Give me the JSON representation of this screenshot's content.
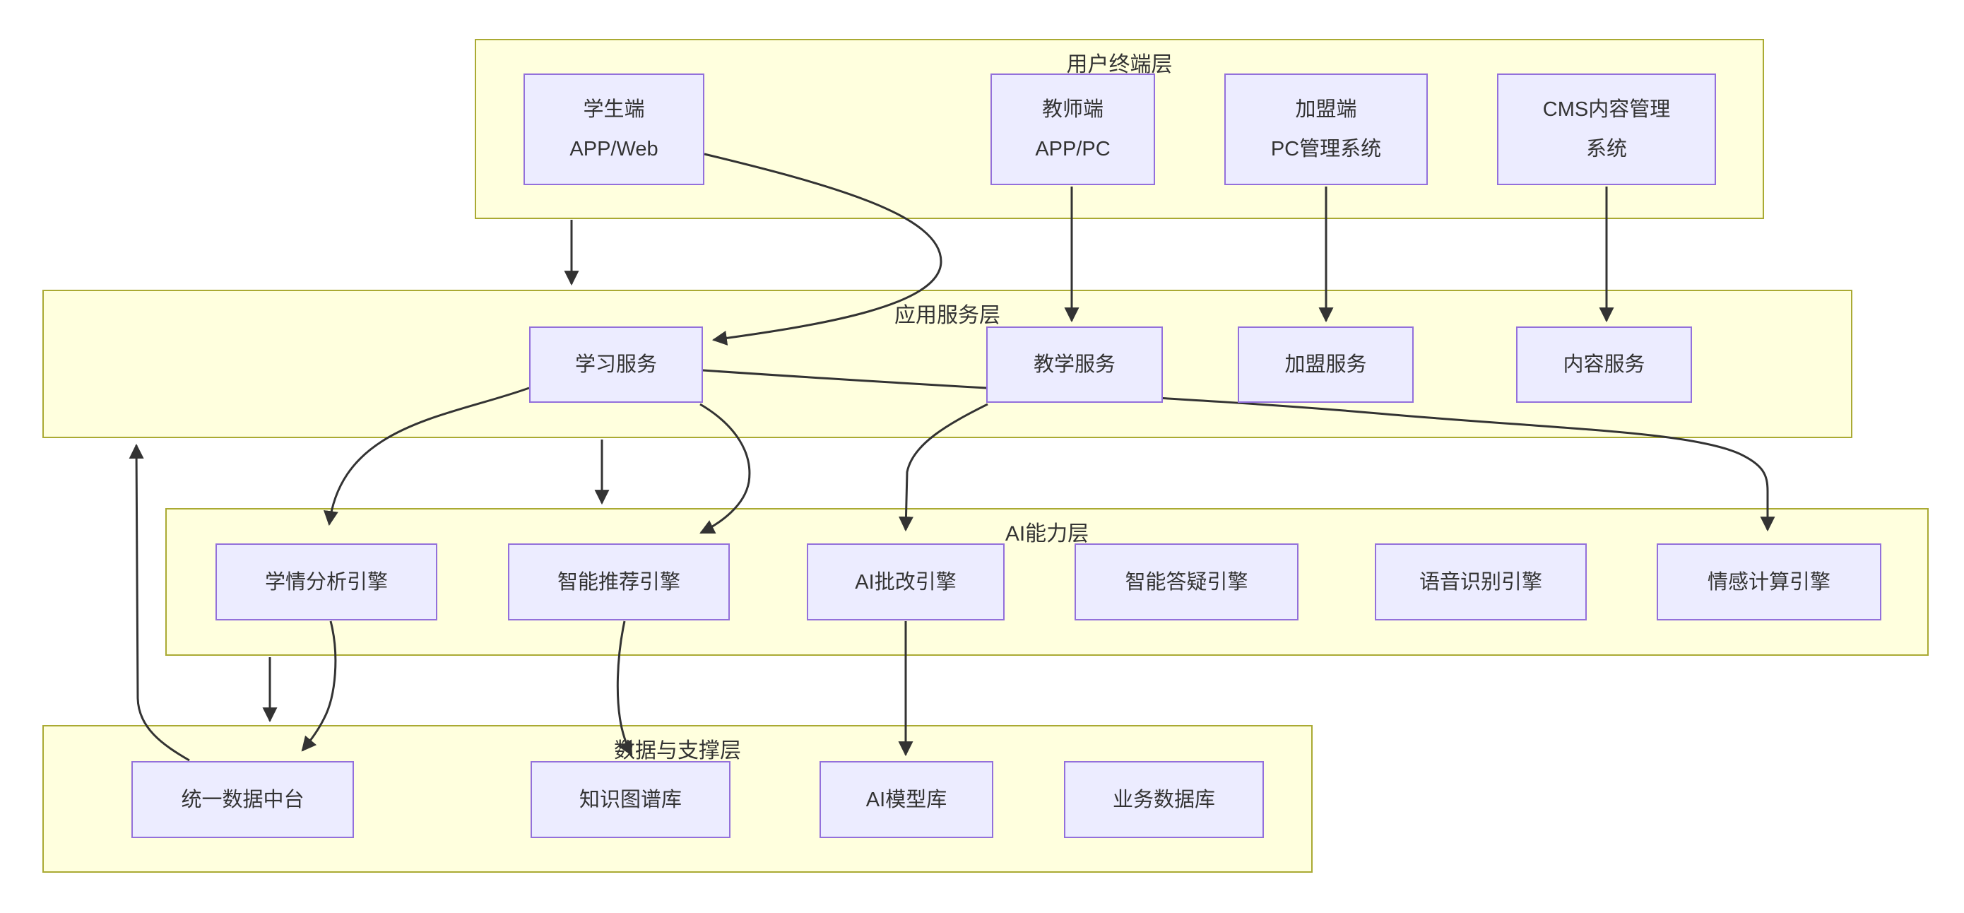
{
  "colors": {
    "layer_fill": "#FFFFDE",
    "layer_border": "#AAAA33",
    "node_fill": "#ECECFF",
    "node_border": "#9370DB",
    "edge_color": "#333333",
    "text_color": "#333333"
  },
  "layers": [
    {
      "title": "用户终端层"
    },
    {
      "title": "应用服务层"
    },
    {
      "title": "AI能力层"
    },
    {
      "title": "数据与支撑层"
    }
  ],
  "nodes": {
    "student": {
      "line1": "学生端",
      "line2": "APP/Web"
    },
    "teacher": {
      "line1": "教师端",
      "line2": "APP/PC"
    },
    "franchise": {
      "line1": "加盟端",
      "line2": "PC管理系统"
    },
    "cms": {
      "line1": "CMS内容管理",
      "line2": "系统"
    },
    "learning": {
      "label": "学习服务"
    },
    "teaching": {
      "label": "教学服务"
    },
    "franchise_svc": {
      "label": "加盟服务"
    },
    "content": {
      "label": "内容服务"
    },
    "analysis": {
      "label": "学情分析引擎"
    },
    "recommend": {
      "label": "智能推荐引擎"
    },
    "grading": {
      "label": "AI批改引擎"
    },
    "qa": {
      "label": "智能答疑引擎"
    },
    "speech": {
      "label": "语音识别引擎"
    },
    "emotion": {
      "label": "情感计算引擎"
    },
    "dataplatform": {
      "label": "统一数据中台"
    },
    "knowledge": {
      "label": "知识图谱库"
    },
    "aimodel": {
      "label": "AI模型库"
    },
    "bizdb": {
      "label": "业务数据库"
    }
  },
  "edges": [
    {
      "from": "用户终端层",
      "to": "应用服务层"
    },
    {
      "from": "学生端 APP/Web",
      "to": "学习服务"
    },
    {
      "from": "教师端 APP/PC",
      "to": "教学服务"
    },
    {
      "from": "加盟端 PC管理系统",
      "to": "加盟服务"
    },
    {
      "from": "CMS内容管理系统",
      "to": "内容服务"
    },
    {
      "from": "应用服务层",
      "to": "AI能力层"
    },
    {
      "from": "学习服务",
      "to": "学情分析引擎"
    },
    {
      "from": "学习服务",
      "to": "智能推荐引擎"
    },
    {
      "from": "学习服务",
      "to": "情感计算引擎"
    },
    {
      "from": "教学服务",
      "to": "AI批改引擎"
    },
    {
      "from": "AI能力层",
      "to": "数据与支撑层"
    },
    {
      "from": "学情分析引擎",
      "to": "统一数据中台"
    },
    {
      "from": "智能推荐引擎",
      "to": "知识图谱库"
    },
    {
      "from": "AI批改引擎",
      "to": "AI模型库"
    },
    {
      "from": "统一数据中台",
      "to": "应用服务层"
    }
  ]
}
